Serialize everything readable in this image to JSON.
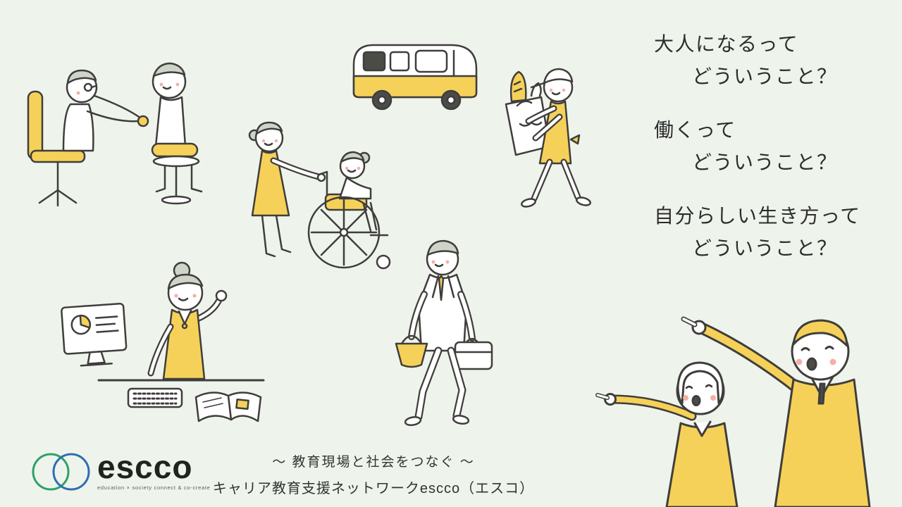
{
  "slide": {
    "background": "#eef4eb",
    "accent_yellow": "#f6d159",
    "outline_color": "#3f3e3c"
  },
  "questions": [
    {
      "line1": "大人になるって",
      "line2": "どういうこと？"
    },
    {
      "line1": "働くって",
      "line2": "どういうこと？"
    },
    {
      "line1": "自分らしい生き方って",
      "line2": "どういうこと？"
    }
  ],
  "footer": {
    "tagline_line1": "〜 教育現場と社会をつなぐ 〜",
    "tagline_line2": "キャリア教育支援ネットワークescco（エスコ）"
  },
  "logo": {
    "name": "escco",
    "subtext": "education × society  connect & co-create",
    "circle_green": "#2fa06a",
    "circle_blue": "#2f6cb3"
  },
  "illustrations": [
    {
      "name": "doctor-and-patient"
    },
    {
      "name": "caregiver-wheelchair"
    },
    {
      "name": "shuttle-van"
    },
    {
      "name": "grocery-worker"
    },
    {
      "name": "receptionist-desk"
    },
    {
      "name": "businessman-walking"
    },
    {
      "name": "pointing-students"
    }
  ]
}
